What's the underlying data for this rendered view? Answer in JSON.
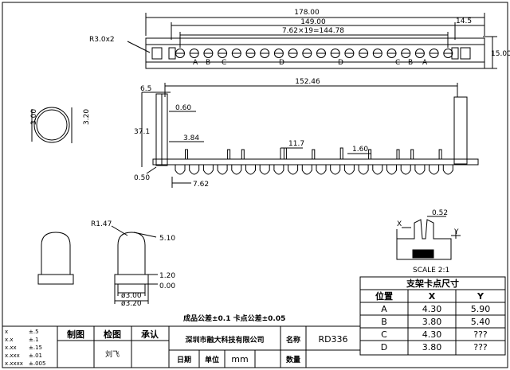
{
  "top_view": {
    "overall_length": "178.00",
    "inner_length": "149.00",
    "pitch": "7.62×19=144.78",
    "end_offset": "14.5",
    "width": "15.00",
    "hole_callout": "R3.0x2",
    "pin_letters_left": [
      "A",
      "B",
      "C",
      "D"
    ],
    "pin_letters_right": [
      "D",
      "C",
      "B",
      "A"
    ]
  },
  "side_view": {
    "left_step": "6.5",
    "span": "152.46",
    "thickness": "0.60",
    "height": "37.1",
    "pin_length": "3.84",
    "pin_raise": "11.7",
    "pin_width": "1.60",
    "base": "0.50",
    "pitch": "7.62"
  },
  "circle_view": {
    "left_dim": "3.00",
    "right_dim": "3.20"
  },
  "led_view": {
    "radius": "R1.47",
    "height": "5.10",
    "dim_a": "1.20",
    "dim_b": "0.00",
    "dia_inner": "ø3.00",
    "dia_outer": "ø3.20"
  },
  "clip_view": {
    "width": "0.52",
    "axis_x": "X",
    "axis_y": "Y",
    "scale": "SCALE 2:1"
  },
  "tolerance_note": "成品公差±0.1  卡点公差±0.05",
  "clip_table": {
    "title": "支架卡点尺寸",
    "headers": [
      "位置",
      "X",
      "Y"
    ],
    "rows": [
      [
        "A",
        "4.30",
        "5.90"
      ],
      [
        "B",
        "3.80",
        "5.40"
      ],
      [
        "C",
        "4.30",
        "???"
      ],
      [
        "D",
        "3.80",
        "???"
      ]
    ]
  },
  "general_tol": [
    {
      "k": "x",
      "v": "±.5"
    },
    {
      "k": "x.x",
      "v": "±.1"
    },
    {
      "k": "x.xx",
      "v": "±.15"
    },
    {
      "k": "x.xxx",
      "v": "±.01"
    },
    {
      "k": "x.xxxx",
      "v": "±.005"
    }
  ],
  "title_block": {
    "draw_label": "制图",
    "check_label": "检图",
    "approve_label": "承认",
    "drafter": "刘飞",
    "company": "深圳市融大科技有限公司",
    "name_label": "名称",
    "part_no": "RD336",
    "date_label": "日期",
    "unit_label": "单位",
    "unit": "mm",
    "qty_label": "数量"
  }
}
